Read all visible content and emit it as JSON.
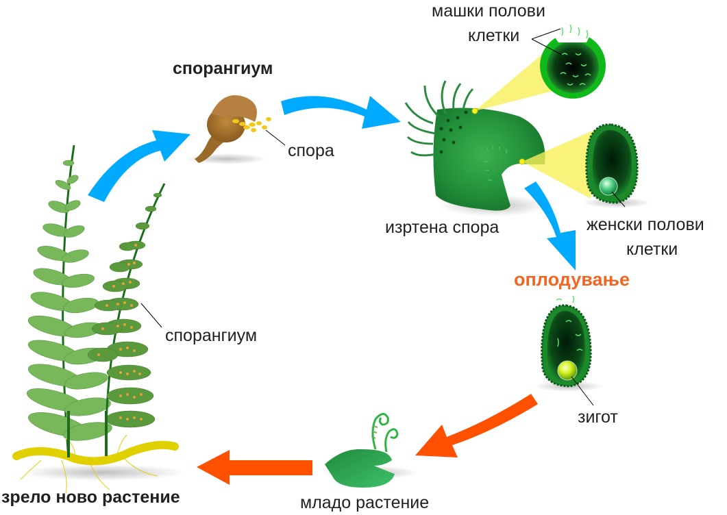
{
  "title": "Fern life cycle",
  "labels": {
    "sporangium_title": "спорангиум",
    "spore": "спора",
    "germinated_spore": "изртена спора",
    "male_cells_line1": "машки полови",
    "male_cells_line2": "клетки",
    "female_cells_line1": "женски полови",
    "female_cells_line2": "клетки",
    "fertilization": "оплодување",
    "zygote": "зигот",
    "young_plant": "младо растение",
    "mature_plant": "зрело ново растение",
    "sporangium_on_leaf": "спорангиум"
  },
  "colors": {
    "arrow_blue": "#00aaff",
    "arrow_orange": "#ff5000",
    "fertilization_text": "#f26522",
    "plant_green": "#2e9e48",
    "dark_green": "#0a5f1c",
    "highlight_yellow": "#f7ef5a",
    "sporangium_brown": "#a8772f",
    "root_yellow": "#e0d000"
  },
  "stages": [
    {
      "id": "sporangium",
      "icon": "sporangium-icon"
    },
    {
      "id": "germinated-spore",
      "icon": "prothallus-icon"
    },
    {
      "id": "fertilization",
      "icon": "archegonium-icon"
    },
    {
      "id": "young-plant",
      "icon": "young-fern-icon"
    },
    {
      "id": "mature-plant",
      "icon": "fern-plant-icon"
    }
  ]
}
